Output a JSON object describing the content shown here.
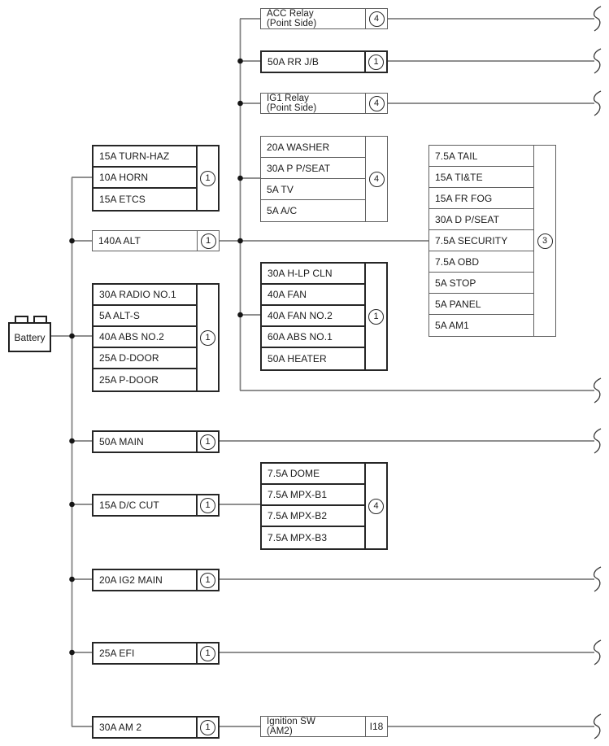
{
  "colors": {
    "background": "#ffffff",
    "box_border_dark": "#262626",
    "box_border_light": "#5f5f5f",
    "wire": "#7f7f7f",
    "junction_dot": "#161616",
    "text": "#1b1b1b"
  },
  "battery": {
    "label": "Battery"
  },
  "boxes": {
    "turnhaz": {
      "tag": "1",
      "rows": [
        "15A TURN-HAZ",
        "10A HORN",
        "15A ETCS"
      ]
    },
    "alt": {
      "tag": "1",
      "rows": [
        "140A ALT"
      ]
    },
    "radio": {
      "tag": "1",
      "rows": [
        "30A RADIO NO.1",
        "5A ALT-S",
        "40A ABS NO.2",
        "25A D-DOOR",
        "25A P-DOOR"
      ]
    },
    "main": {
      "tag": "1",
      "rows": [
        "50A MAIN"
      ]
    },
    "dccut": {
      "tag": "1",
      "rows": [
        "15A D/C CUT"
      ]
    },
    "ig2main": {
      "tag": "1",
      "rows": [
        "20A IG2 MAIN"
      ]
    },
    "efi": {
      "tag": "1",
      "rows": [
        "25A EFI"
      ]
    },
    "am2": {
      "tag": "1",
      "rows": [
        "30A AM 2"
      ]
    },
    "accRelay": {
      "tag": "4",
      "line1": "ACC Relay",
      "line2": "(Point Side)"
    },
    "rrjb": {
      "tag": "1",
      "rows": [
        "50A RR J/B"
      ]
    },
    "ig1Relay": {
      "tag": "4",
      "line1": "IG1 Relay",
      "line2": "(Point Side)"
    },
    "washer": {
      "tag": "4",
      "rows": [
        "20A WASHER",
        "30A P P/SEAT",
        "5A TV",
        "5A A/C"
      ]
    },
    "hlp": {
      "tag": "1",
      "rows": [
        "30A H-LP CLN",
        "40A FAN",
        "40A FAN NO.2",
        "60A ABS NO.1",
        "50A HEATER"
      ]
    },
    "dome": {
      "tag": "4",
      "rows": [
        "7.5A DOME",
        "7.5A MPX-B1",
        "7.5A MPX-B2",
        "7.5A MPX-B3"
      ]
    },
    "ignitionSw": {
      "tag": "I18",
      "line1": "Ignition SW",
      "line2": "(AM2)"
    },
    "tail": {
      "tag": "3",
      "rows": [
        "7.5A TAIL",
        "15A TI&TE",
        "15A FR FOG",
        "30A D P/SEAT",
        "7.5A SECURITY",
        "7.5A OBD",
        "5A STOP",
        "5A PANEL",
        "5A AM1"
      ]
    }
  }
}
